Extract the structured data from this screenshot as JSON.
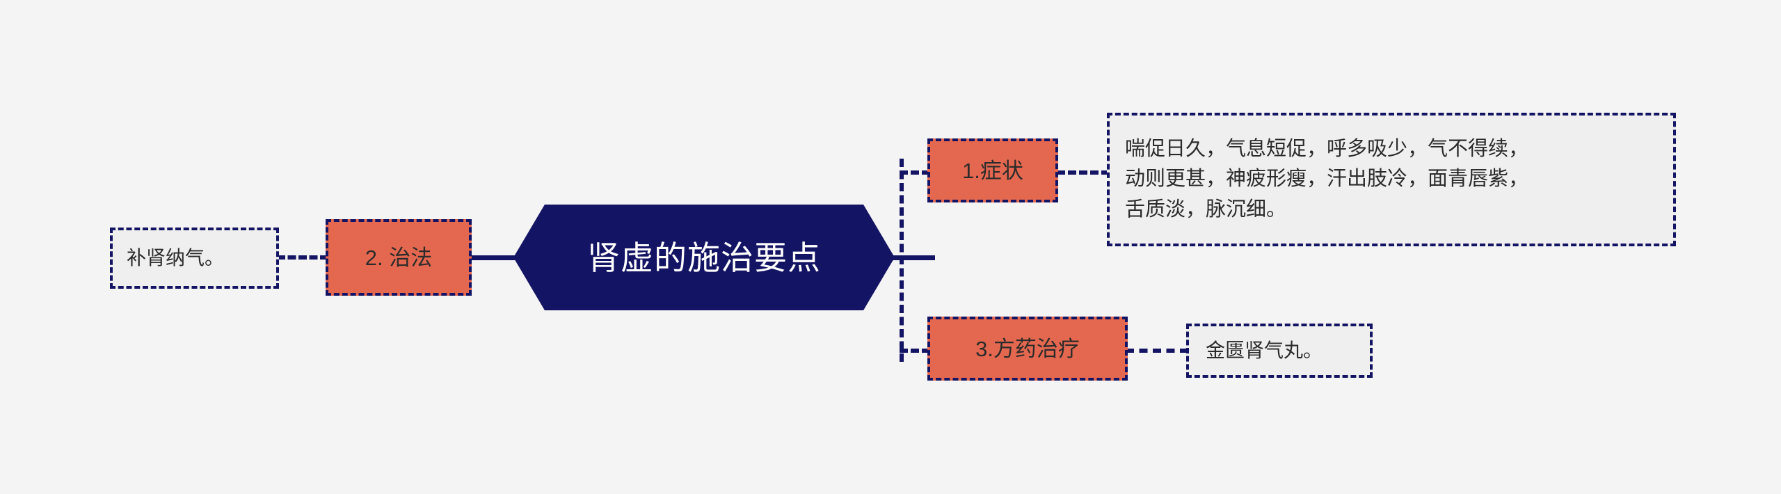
{
  "diagram": {
    "title": "肾虚的施治要点",
    "type": "mind-map",
    "colors": {
      "background": "#f4f4f4",
      "central_node_fill": "#141464",
      "central_node_text": "#ffffff",
      "topic_fill": "#e4684f",
      "topic_text": "#2b2b2b",
      "detail_fill": "#efefef",
      "detail_text": "#2b2b2b",
      "connector": "#141464"
    },
    "central": {
      "label": "肾虚的施治要点"
    },
    "branches": [
      {
        "id": "zhifa",
        "side": "left",
        "topic": "2. 治法",
        "detail": "补肾纳气。"
      },
      {
        "id": "zhengzhuang",
        "side": "right",
        "topic": "1.症状",
        "detail": "喘促日久，气息短促，呼多吸少，气不得续，\n动则更甚，神疲形瘦，汗出肢冷，面青唇紫，\n舌质淡，脉沉细。"
      },
      {
        "id": "fangyao",
        "side": "right",
        "topic": "3.方药治疗",
        "detail": "金匮肾气丸。"
      }
    ]
  }
}
